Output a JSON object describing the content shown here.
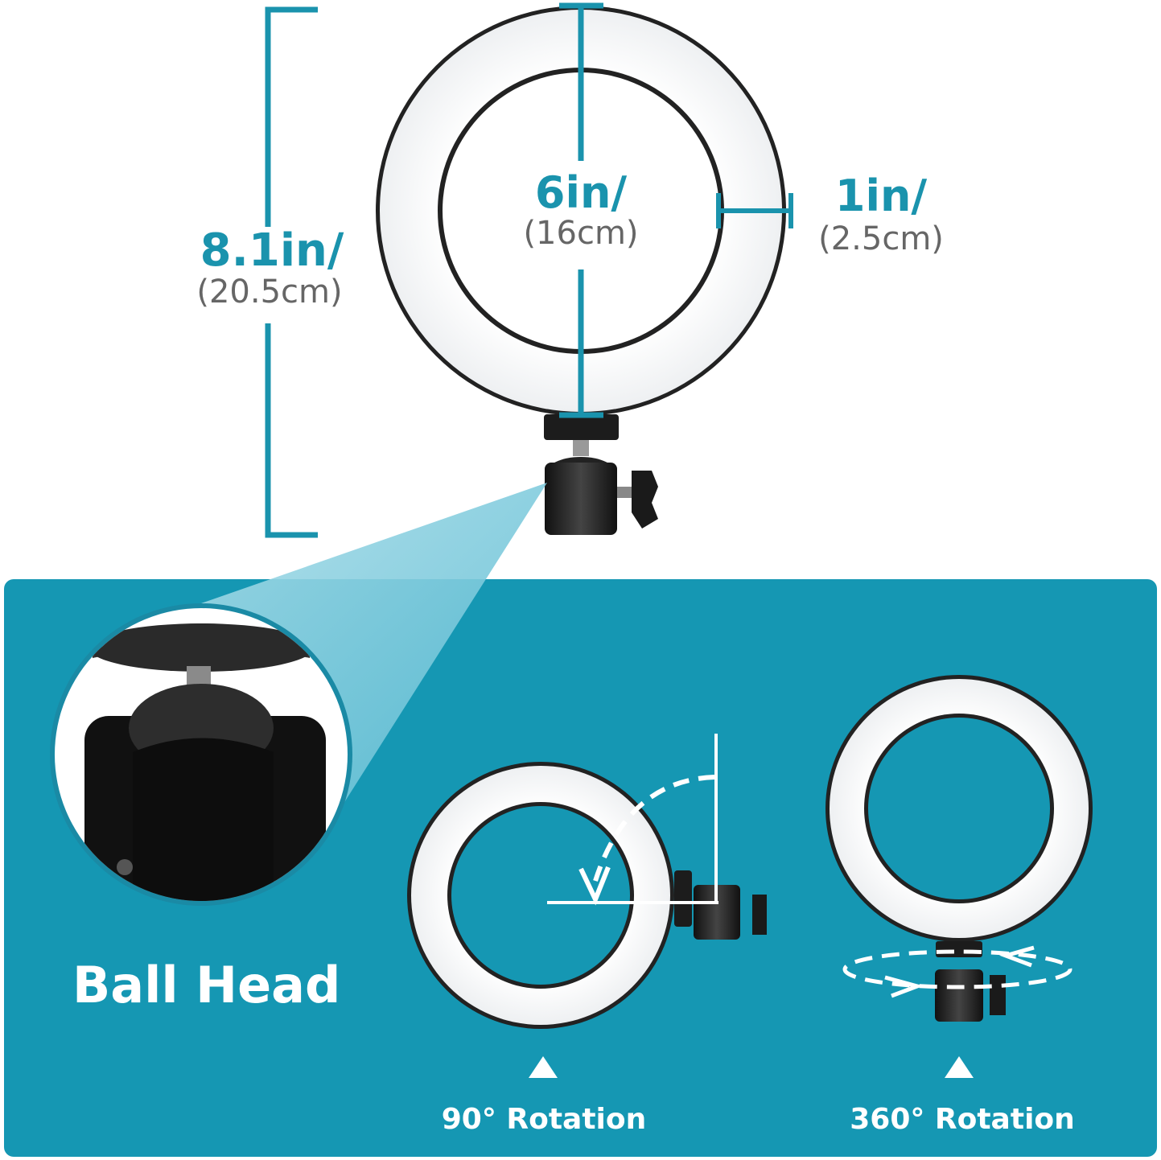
{
  "colors": {
    "teal": "#1597b3",
    "dimension_text": "#1a93ad",
    "secondary_text": "#666666"
  },
  "dimensions": {
    "height": {
      "imperial": "8.1in/",
      "metric": "(20.5cm)"
    },
    "inner_diameter": {
      "imperial": "6in/",
      "metric": "(16cm)"
    },
    "ring_width": {
      "imperial": "1in/",
      "metric": "(2.5cm)"
    }
  },
  "panel": {
    "ball_head_label": "Ball Head",
    "rotation_90_label": "90° Rotation",
    "rotation_360_label": "360° Rotation"
  }
}
